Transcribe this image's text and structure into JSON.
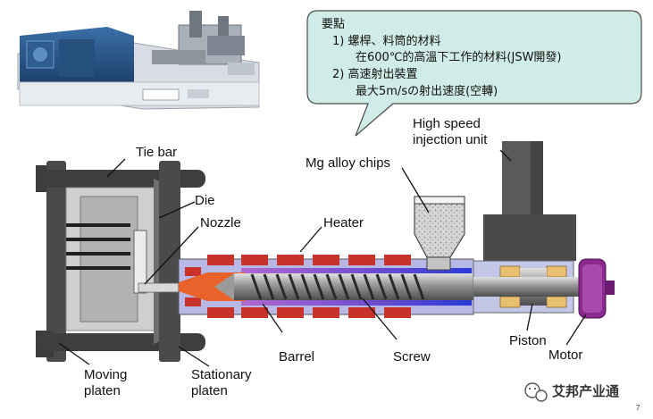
{
  "callout": {
    "heading": "要點",
    "line1": "1) 螺桿、料筒的材料",
    "line1_sub": "在600℃的高溫下工作的材料(JSW開發)",
    "line2": "2) 高速射出裝置",
    "line2_sub": "最大5m/sの射出速度(空轉)"
  },
  "labels": {
    "tie_bar": "Tie bar",
    "die": "Die",
    "nozzle": "Nozzle",
    "heater": "Heater",
    "mg_chips": "Mg alloy chips",
    "high_speed_1": "High speed",
    "high_speed_2": "injection unit",
    "barrel": "Barrel",
    "screw": "Screw",
    "piston": "Piston",
    "motor": "Motor",
    "moving_1": "Moving",
    "moving_2": "platen",
    "stationary_1": "Stationary",
    "stationary_2": "platen"
  },
  "watermark": "艾邦产业通",
  "page_number": "7",
  "colors": {
    "callout_fill": "#cfece6",
    "platen": "#4a4a4a",
    "heater": "#c8322a",
    "barrel": "#b8b8e8",
    "screw": "#8a8a8a",
    "motor": "#8a2a8e",
    "melt": "#e8622a"
  }
}
